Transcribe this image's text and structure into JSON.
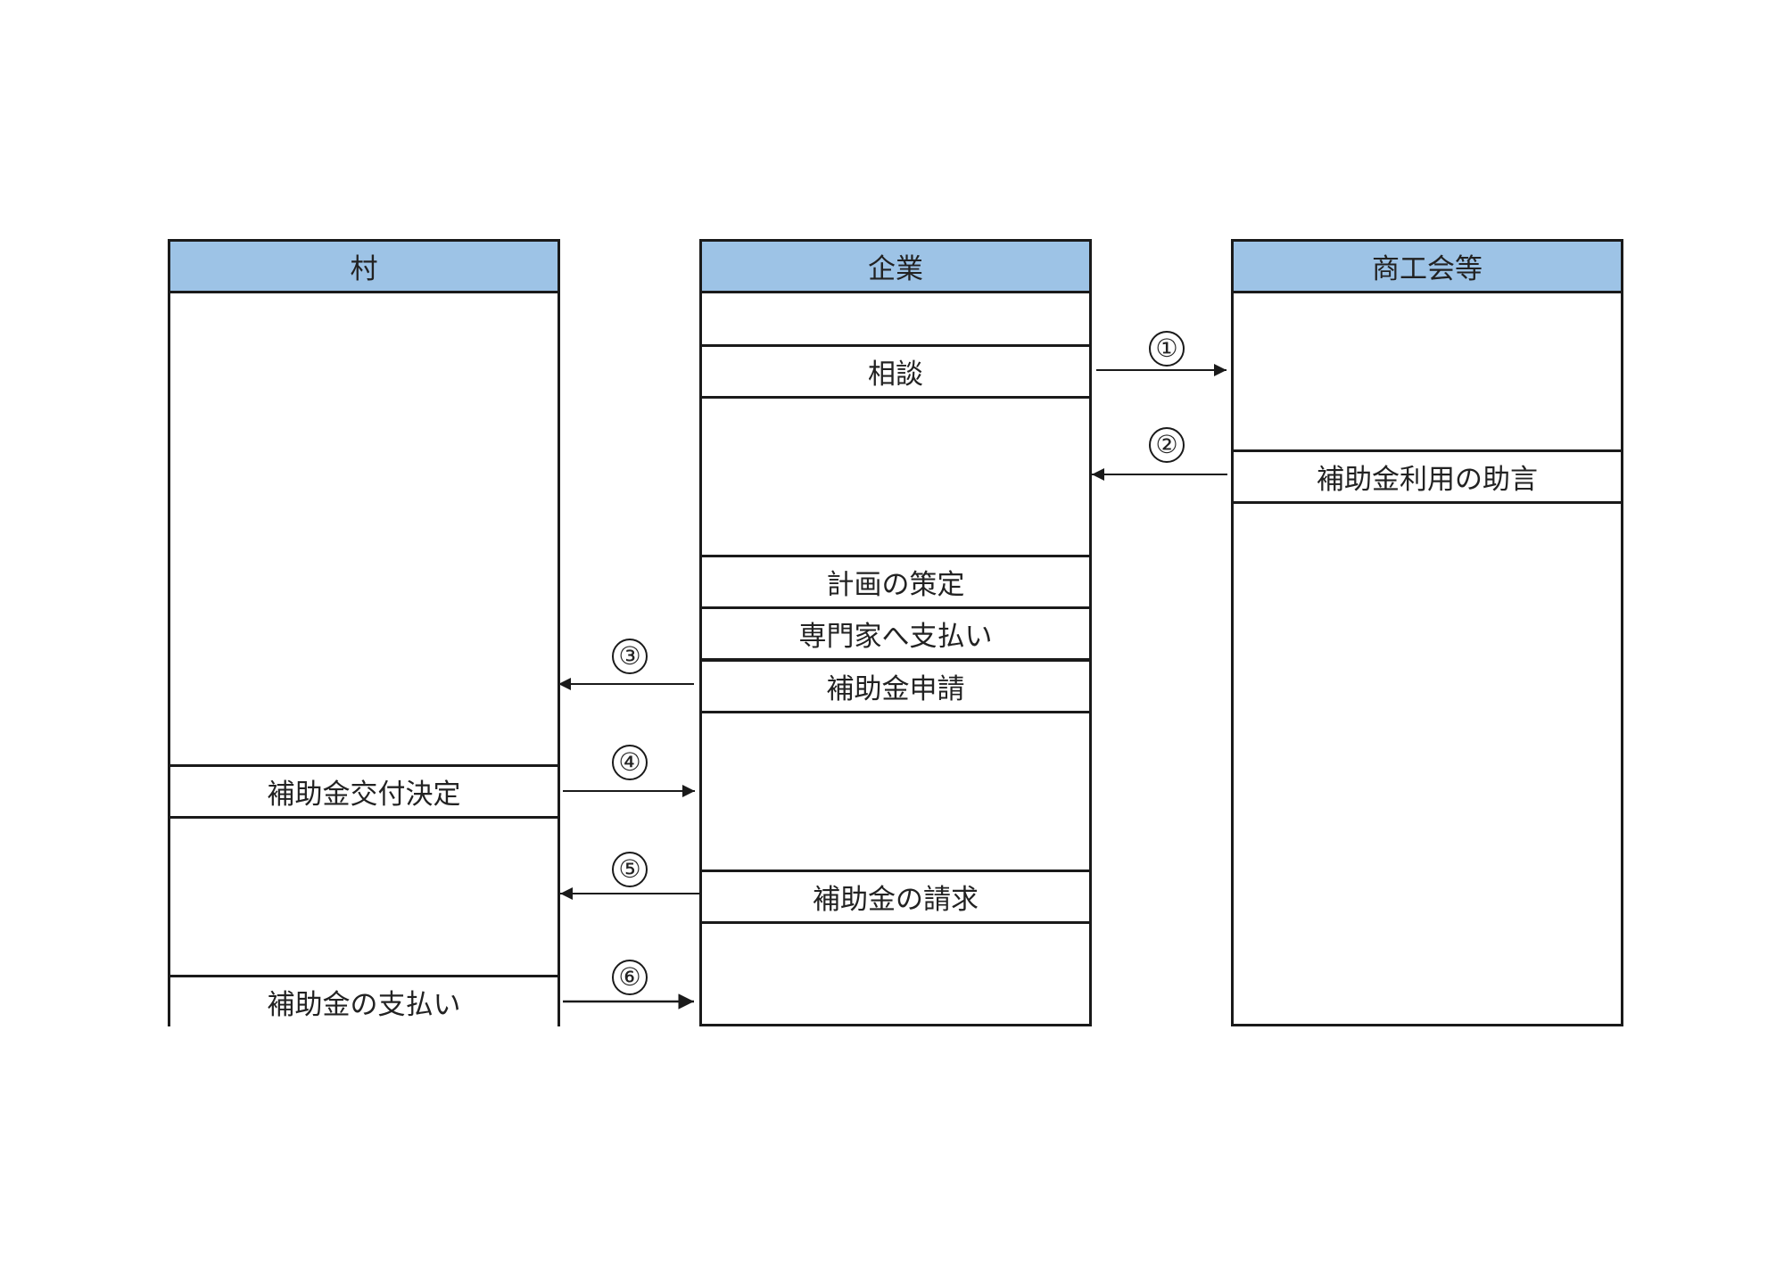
{
  "lanes": {
    "village": {
      "title": "村",
      "steps": {
        "decision": "補助金交付決定",
        "payment": "補助金の支払い"
      }
    },
    "company": {
      "title": "企業",
      "steps": {
        "consult": "相談",
        "plan": "計画の策定",
        "pay_expert": "専門家へ支払い",
        "apply": "補助金申請",
        "claim": "補助金の請求"
      }
    },
    "chamber": {
      "title": "商工会等",
      "steps": {
        "advice": "補助金利用の助言"
      }
    }
  },
  "arrows": [
    {
      "id": "1",
      "label": "①",
      "from": "企業",
      "to": "商工会等"
    },
    {
      "id": "2",
      "label": "②",
      "from": "商工会等",
      "to": "企業"
    },
    {
      "id": "3",
      "label": "③",
      "from": "企業",
      "to": "村"
    },
    {
      "id": "4",
      "label": "④",
      "from": "村",
      "to": "企業"
    },
    {
      "id": "5",
      "label": "⑤",
      "from": "企業",
      "to": "村"
    },
    {
      "id": "6",
      "label": "⑥",
      "from": "村",
      "to": "企業"
    }
  ],
  "colors": {
    "header_fill": "#9dc3e6",
    "line": "#1a1a1a",
    "background": "#ffffff"
  }
}
